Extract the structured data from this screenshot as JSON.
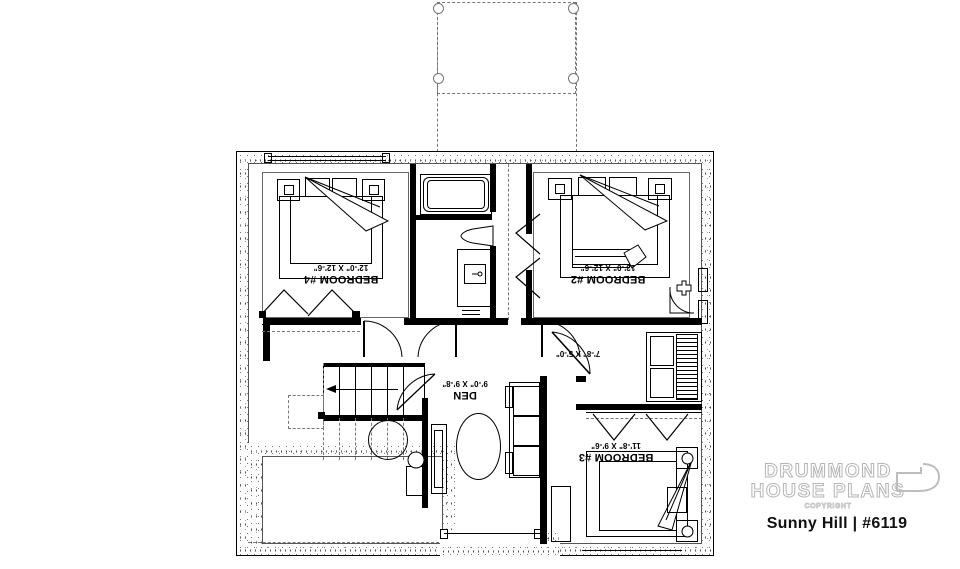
{
  "document": {
    "type": "architectural-floor-plan",
    "level": "basement-lower-level",
    "orientation_note": "room labels printed rotated 180 degrees"
  },
  "branding": {
    "logo_line1": "DRUMMOND",
    "logo_line2": "HOUSE PLANS",
    "logo_copyright": "COPYRIGHT",
    "logo_mark": "drummond-d-mark",
    "plan_title": "Sunny Hill | #6119",
    "logo_color": "#b7b7b7",
    "title_color": "#111111"
  },
  "rooms": [
    {
      "id": "bedroom4",
      "name": "BEDROOM #4",
      "dimensions": "12'-0\" X 12'-6\""
    },
    {
      "id": "bedroom2",
      "name": "BEDROOM #2",
      "dimensions": "13'-0\" X 12'-6\""
    },
    {
      "id": "bedroom3",
      "name": "BEDROOM #3",
      "dimensions": "11'-8\" X 9'-6\""
    },
    {
      "id": "den",
      "name": "DEN",
      "dimensions": "9'-0\" X 9'-8\""
    },
    {
      "id": "bathroom",
      "name": "",
      "dimensions": "7'-8\" X 5'-0\""
    }
  ],
  "fixtures": [
    {
      "id": "bathtub",
      "label": "bathtub"
    },
    {
      "id": "toilet",
      "label": "toilet"
    },
    {
      "id": "vanity",
      "label": "vanity-sink"
    },
    {
      "id": "corner-sink",
      "label": "corner-sink"
    },
    {
      "id": "staircase",
      "label": "staircase-up"
    }
  ],
  "furniture": [
    {
      "id": "bed-b4",
      "label": "double-bed"
    },
    {
      "id": "bed-b2",
      "label": "double-bed"
    },
    {
      "id": "bed-b3",
      "label": "single-bed"
    },
    {
      "id": "sofa-den",
      "label": "sofa"
    },
    {
      "id": "rug-den",
      "label": "oval-rug"
    },
    {
      "id": "bench-b2",
      "label": "bench"
    }
  ],
  "colors": {
    "wall": "#000000",
    "line": "#333333",
    "dashed": "#777777",
    "paper": "#ffffff"
  }
}
